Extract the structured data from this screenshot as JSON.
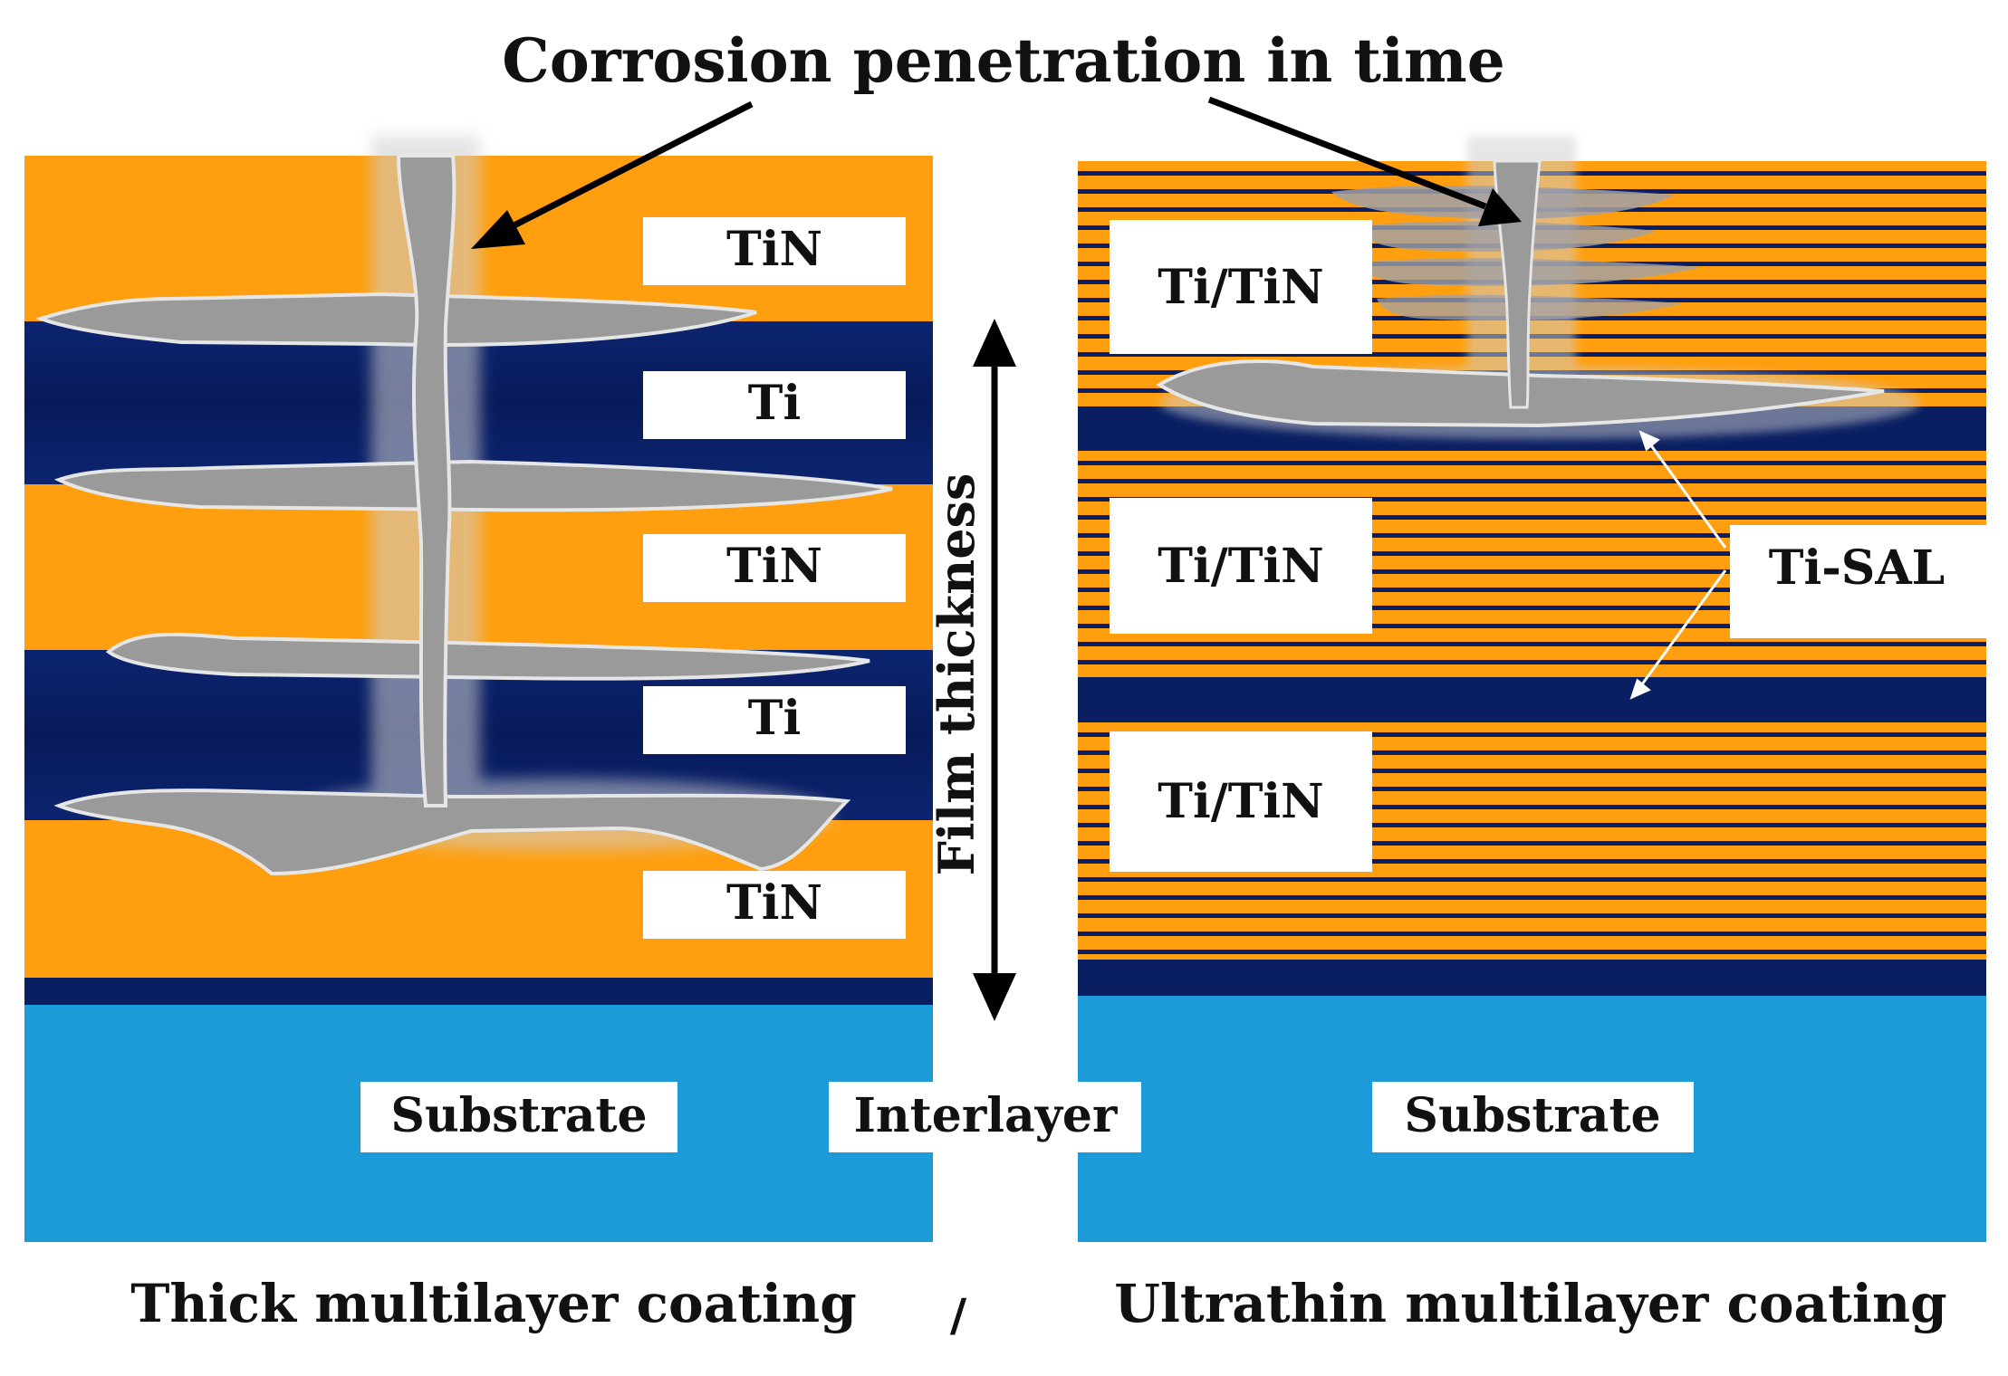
{
  "title": "Corrosion penetration in time",
  "left_panel": {
    "caption": "Thick multilayer coating",
    "layers": [
      {
        "label": "TiN",
        "material": "TiN"
      },
      {
        "label": "Ti",
        "material": "Ti"
      },
      {
        "label": "TiN",
        "material": "TiN"
      },
      {
        "label": "Ti",
        "material": "Ti"
      },
      {
        "label": "TiN",
        "material": "TiN"
      }
    ],
    "substrate_label": "Substrate"
  },
  "right_panel": {
    "caption": "Ultrathin multilayer coating",
    "blocks": [
      {
        "label": "Ti/TiN"
      },
      {
        "label": "Ti/TiN"
      },
      {
        "label": "Ti/TiN"
      }
    ],
    "sal_label": "Ti-SAL",
    "substrate_label": "Substrate"
  },
  "center": {
    "axis_label": "Film thickness",
    "interlayer_label": "Interlayer",
    "slash": "/"
  },
  "colors": {
    "tin": "#ff9f0f",
    "ti": "#0a1f62",
    "substrate": "#1d9ad8",
    "crack": "#9a9a9a",
    "crack_edge": "#e4e4e4"
  }
}
